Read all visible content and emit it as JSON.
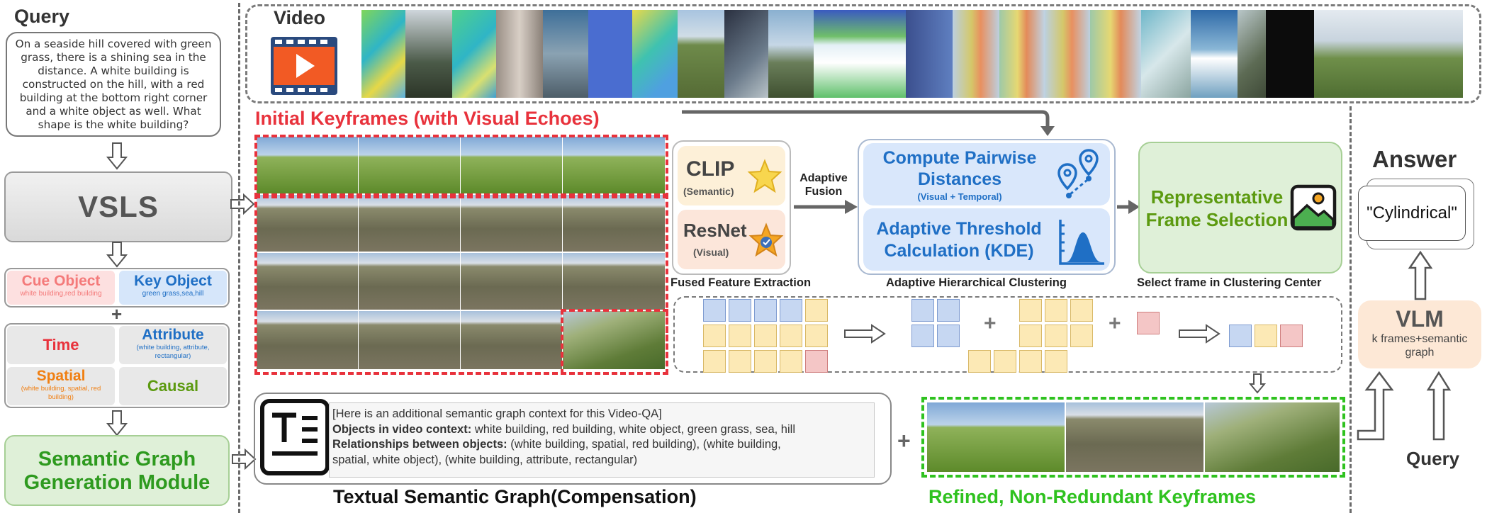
{
  "query": {
    "title": "Query",
    "text": "On a seaside hill covered with green grass, there is a shining sea in the distance. A white building is constructed on the hill, with a red building at the bottom right corner and a white object as well. What shape is the white building?"
  },
  "vsls": {
    "label": "VSLS"
  },
  "cue_object": {
    "title": "Cue Object",
    "items": "white building,red building"
  },
  "key_object": {
    "title": "Key Object",
    "items": "green grass,sea,hill"
  },
  "plus": "+",
  "relations": {
    "time": "Time",
    "attribute": "Attribute",
    "attribute_detail": "(white building, attribute, rectangular)",
    "spatial": "Spatial",
    "spatial_detail": "(white building, spatial, red building)",
    "causal": "Causal"
  },
  "sgg": {
    "line1": "Semantic Graph",
    "line2": "Generation Module"
  },
  "video": {
    "label": "Video"
  },
  "initial_keyframes": {
    "label": "Initial Keyframes (with Visual Echoes)"
  },
  "features": {
    "clip": "CLIP",
    "clip_sub": "(Semantic)",
    "resnet": "ResNet",
    "resnet_sub": "(Visual)",
    "caption": "Fused Feature Extraction",
    "fusion_line1": "Adaptive",
    "fusion_line2": "Fusion"
  },
  "clustering": {
    "pairwise_line1": "Compute Pairwise",
    "pairwise_line2": "Distances",
    "pairwise_sub": "(Visual + Temporal)",
    "threshold_line1": "Adaptive Threshold",
    "threshold_line2": "Calculation (KDE)",
    "caption": "Adaptive Hierarchical Clustering"
  },
  "selection": {
    "line1": "Representative",
    "line2": "Frame Selection",
    "caption": "Select frame in Clustering Center"
  },
  "answer": {
    "title": "Answer",
    "value": "\"Cylindrical\""
  },
  "vlm": {
    "title": "VLM",
    "sub1": "k frames+semantic",
    "sub2": "graph"
  },
  "query_bottom": "Query",
  "semantic_graph": {
    "header": "[Here is an additional semantic graph context for this Video-QA]",
    "objects_label": "Objects in video context:",
    "objects_value": " white building, red building, white object, green grass, sea, hill",
    "relations_label": "Relationships between objects:",
    "relations_value": " (white building, spatial, red building), (white building,",
    "relations_line2": "spatial, white object), (white building, attribute, rectangular)",
    "caption": "Textual Semantic Graph(Compensation)"
  },
  "refined": {
    "label": "Refined, Non-Redundant Keyframes"
  },
  "colors": {
    "red": "#e8323c",
    "blue": "#1f6fc5",
    "green": "#2e9a1f",
    "orange": "#f07f12",
    "pink": "#f47a7a",
    "olive": "#5c9a10"
  }
}
